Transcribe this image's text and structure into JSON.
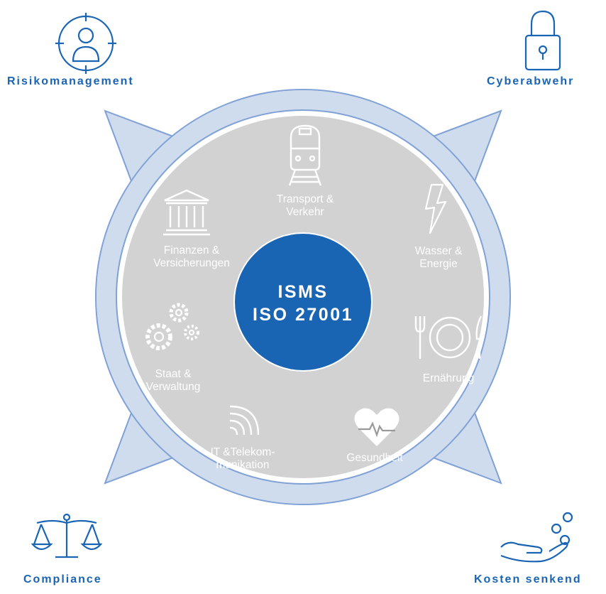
{
  "colors": {
    "accent": "#1a64b4",
    "center_fill": "#1a64b4",
    "outer_ring": "#cfdcee",
    "ring_stroke": "#7fa1d6",
    "inner_disc": "#d2d2d2",
    "segment_text": "#ffffff"
  },
  "center": {
    "line1": "ISMS",
    "line2": "ISO 27001"
  },
  "corners": [
    {
      "label": "Risikomanagement",
      "icon": "person-target-icon"
    },
    {
      "label": "Cyberabwehr",
      "icon": "padlock-icon"
    },
    {
      "label": "Compliance",
      "icon": "scales-icon"
    },
    {
      "label": "Kosten senkend",
      "icon": "hand-coins-icon"
    }
  ],
  "sectors": [
    {
      "line1": "Transport &",
      "line2": "Verkehr",
      "icon": "train-icon"
    },
    {
      "line1": "Wasser &",
      "line2": "Energie",
      "icon": "lightning-icon"
    },
    {
      "line1": "Ernährung",
      "line2": "",
      "icon": "plate-cutlery-icon"
    },
    {
      "line1": "Gesundheit",
      "line2": "",
      "icon": "heart-pulse-icon"
    },
    {
      "line1": "IT &Telekom-",
      "line2": "munikation",
      "icon": "signal-waves-icon"
    },
    {
      "line1": "Staat &",
      "line2": "Verwaltung",
      "icon": "gears-icon"
    },
    {
      "line1": "Finanzen &",
      "line2": "Versicherungen",
      "icon": "bank-building-icon"
    }
  ]
}
